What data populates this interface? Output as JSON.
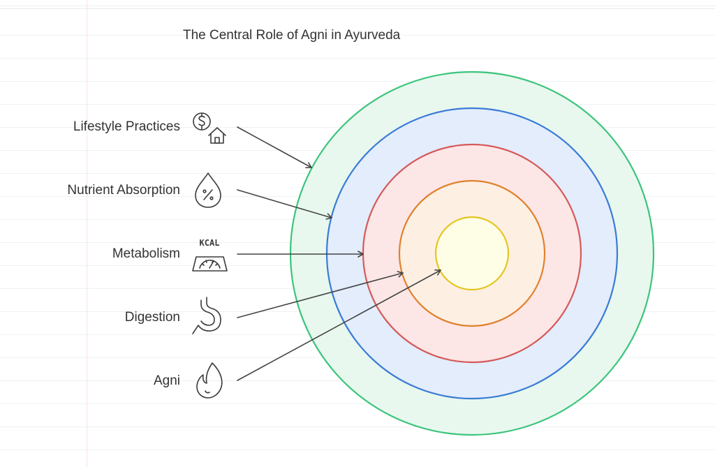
{
  "title": "The Central Role of Agni in Ayurveda",
  "layers": [
    {
      "label": "Lifestyle Practices",
      "icon": "lifestyle-icon",
      "stroke": "#3cc47c",
      "fill": "#e8f8ee"
    },
    {
      "label": "Nutrient Absorption",
      "icon": "nutrient-drop-icon",
      "stroke": "#3a7bd5",
      "fill": "#e3edfc"
    },
    {
      "label": "Metabolism",
      "icon": "kcal-scale-icon",
      "icon_text": "KCAL",
      "stroke": "#d45a5a",
      "fill": "#fde6e6"
    },
    {
      "label": "Digestion",
      "icon": "stomach-icon",
      "stroke": "#e0812c",
      "fill": "#fdf0e3"
    },
    {
      "label": "Agni",
      "icon": "flame-icon",
      "stroke": "#e6c51f",
      "fill": "#fefde6"
    }
  ]
}
